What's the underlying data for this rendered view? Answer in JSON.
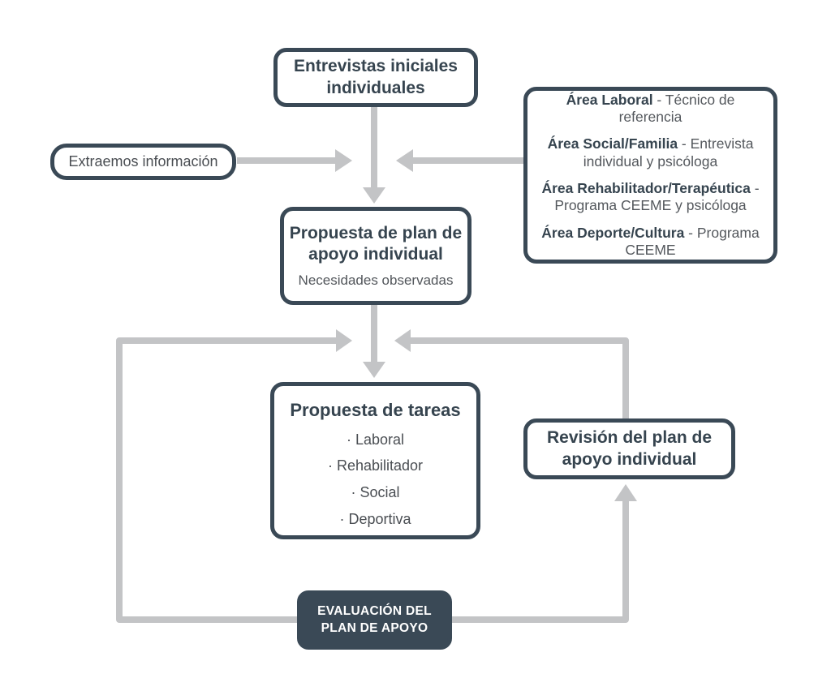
{
  "colors": {
    "dark_slate": "#3a4956",
    "arrow_gray": "#c3c4c6",
    "background": "#ffffff",
    "eval_text": "#ffffff"
  },
  "nodes": {
    "entrevistas": {
      "title": "Entrevistas iniciales individuales"
    },
    "extraemos": {
      "label": "Extraemos información"
    },
    "areas": {
      "items": [
        {
          "bold": "Área Laboral",
          "rest": " - Técnico de referencia"
        },
        {
          "bold": "Área Social/Familia",
          "rest": " - Entrevista individual y psicóloga"
        },
        {
          "bold": "Área Rehabilitador/Terapéutica",
          "rest": " - Programa CEEME y psicóloga"
        },
        {
          "bold": "Área Deporte/Cultura",
          "rest": " - Programa CEEME"
        }
      ]
    },
    "propuesta_plan": {
      "title": "Propuesta de plan de apoyo individual",
      "subtitle": "Necesidades observadas"
    },
    "propuesta_tareas": {
      "title": "Propuesta de tareas",
      "items": [
        "· Laboral",
        "· Rehabilitador",
        "· Social",
        "· Deportiva"
      ]
    },
    "revision": {
      "title": "Revisión del plan de apoyo individual"
    },
    "evaluacion": {
      "title": "EVALUACIÓN DEL PLAN DE APOYO"
    }
  }
}
